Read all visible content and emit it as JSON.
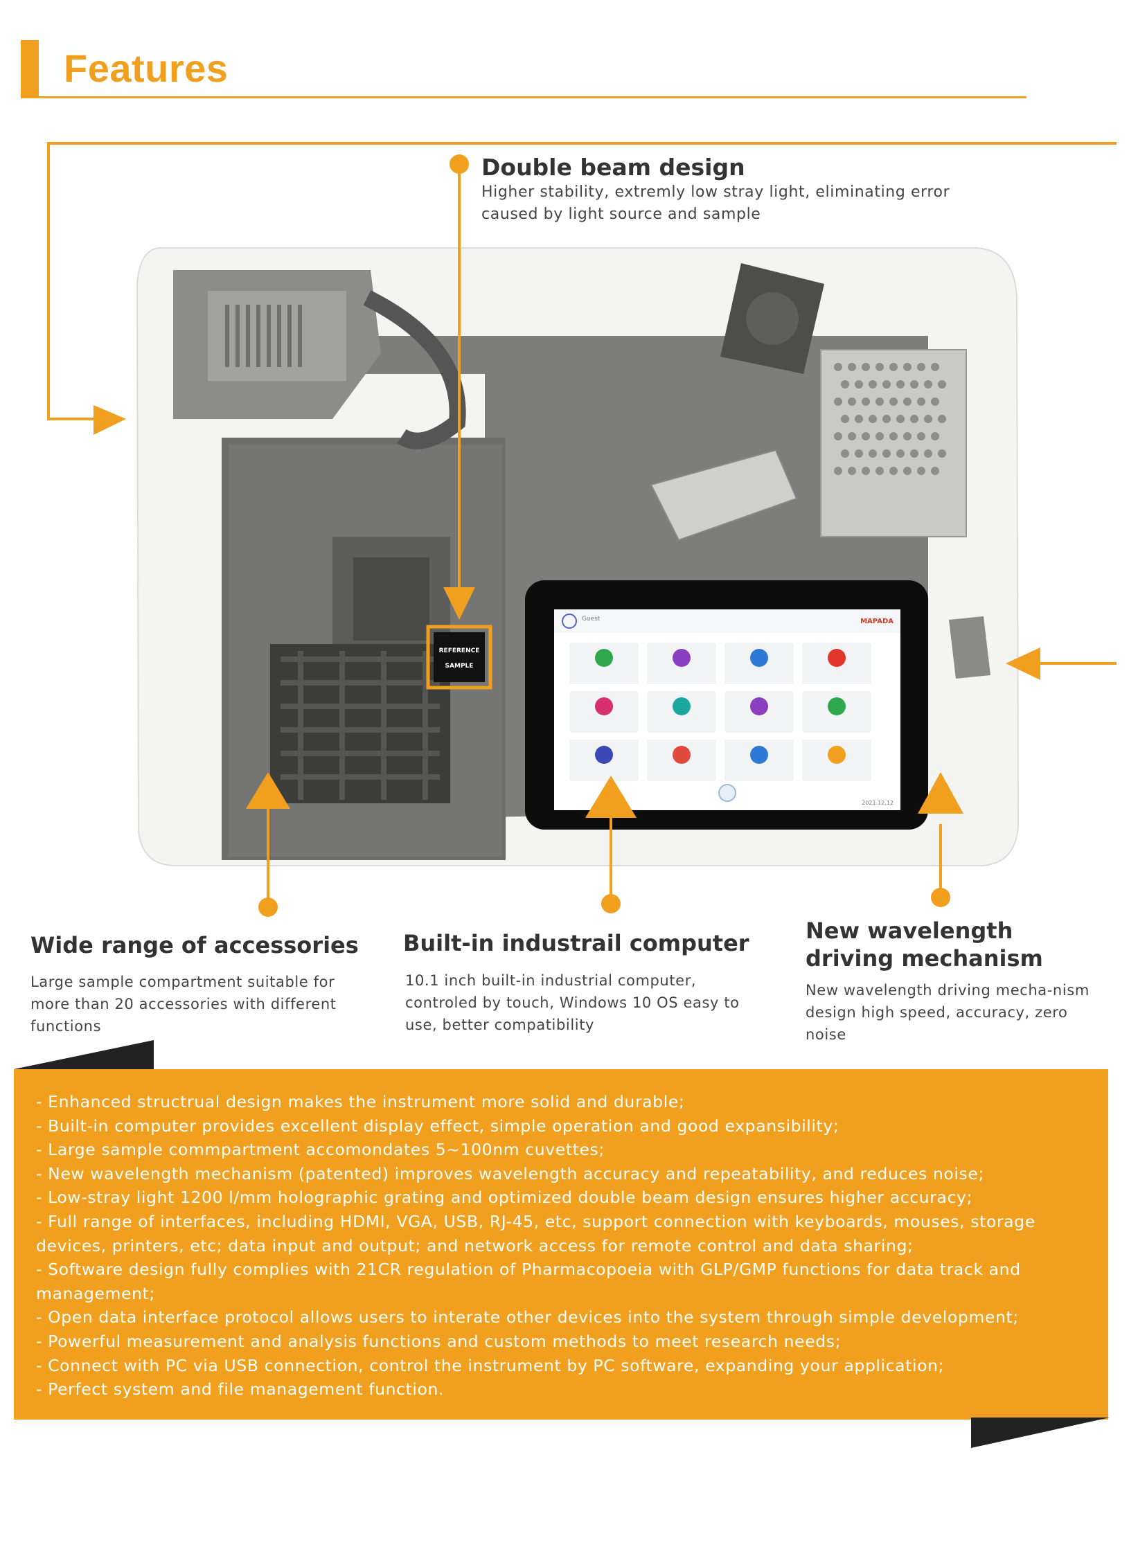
{
  "header": {
    "title": "Features"
  },
  "features": {
    "double_beam": {
      "title": "Double beam design",
      "desc": "Higher stability, extremly low stray light, eliminating error caused by light source and sample"
    },
    "accessories": {
      "title": "Wide range of accessories",
      "desc": "Large sample compartment suitable for more than 20 accessories with different functions"
    },
    "computer": {
      "title": "Built-in industrail computer",
      "desc": "10.1 inch built-in industrial computer, controled by touch, Windows 10 OS easy to use, better compatibility"
    },
    "wavelength": {
      "title": "New wavelength driving mechanism",
      "desc": "New wavelength driving mecha-nism design high speed, accuracy, zero noise"
    }
  },
  "photo": {
    "label_reference": "REFERENCE",
    "label_sample": "SAMPLE",
    "screen_brand": "MAPADA",
    "screen_user": "Guest",
    "screen_time": "2021.12.12"
  },
  "bullets": [
    "- Enhanced structrual design makes the instrument more solid and durable;",
    "- Built-in computer provides excellent display effect, simple operation and good expansibility;",
    "- Large sample commpartment accomondates 5~100nm cuvettes;",
    "- New wavelength mechanism (patented) improves wavelength accuracy and repeatability, and reduces noise;",
    "- Low-stray light 1200 l/mm holographic grating and optimized double beam design ensures higher accuracy;",
    "- Full range of interfaces, including HDMI, VGA, USB, RJ-45, etc, support connection with keyboards, mouses, storage devices, printers, etc; data input and output; and network access for remote control and data sharing;",
    "- Software design fully complies with 21CR regulation of Pharmacopoeia with GLP/GMP functions for data track and management;",
    "- Open data interface protocol allows users to interate other devices into the system through simple development;",
    "- Powerful measurement and analysis functions and custom methods to meet research needs;",
    "- Connect with PC via USB connection, control the instrument by PC software, expanding your application;",
    "- Perfect system and file management function."
  ],
  "colors": {
    "accent": "#f0a01e",
    "dark": "#222222"
  }
}
